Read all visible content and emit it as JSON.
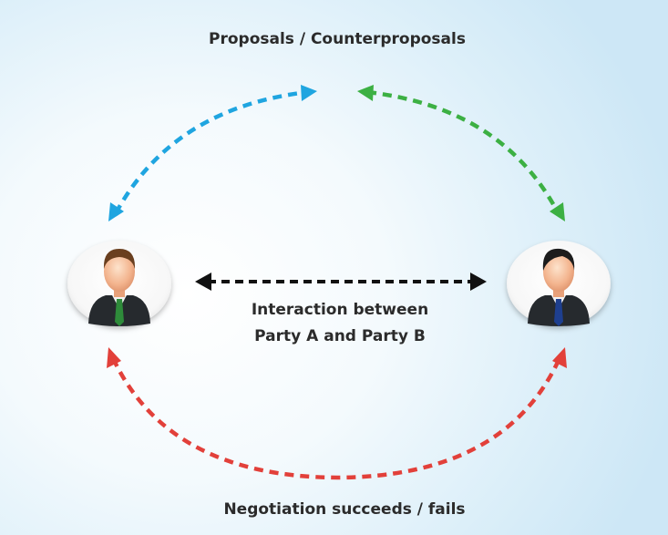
{
  "labels": {
    "top": "Proposals / Counterproposals",
    "center_line1": "Interaction between",
    "center_line2": "Party A and Party B",
    "bottom": "Negotiation succeeds / fails"
  },
  "nodes": {
    "left": {
      "icon": "businessman-icon",
      "tie_color": "#2e8b3a"
    },
    "right": {
      "icon": "businessman-icon",
      "tie_color": "#1e3f8f"
    }
  },
  "arrows": {
    "top_left": {
      "color": "#1fa5e0",
      "icon": "double-headed-arrow-icon"
    },
    "top_right": {
      "color": "#3cb043",
      "icon": "double-headed-arrow-icon"
    },
    "center": {
      "color": "#111111",
      "icon": "double-headed-arrow-icon"
    },
    "bottom": {
      "color": "#e2403a",
      "icon": "double-headed-arrow-icon"
    }
  }
}
